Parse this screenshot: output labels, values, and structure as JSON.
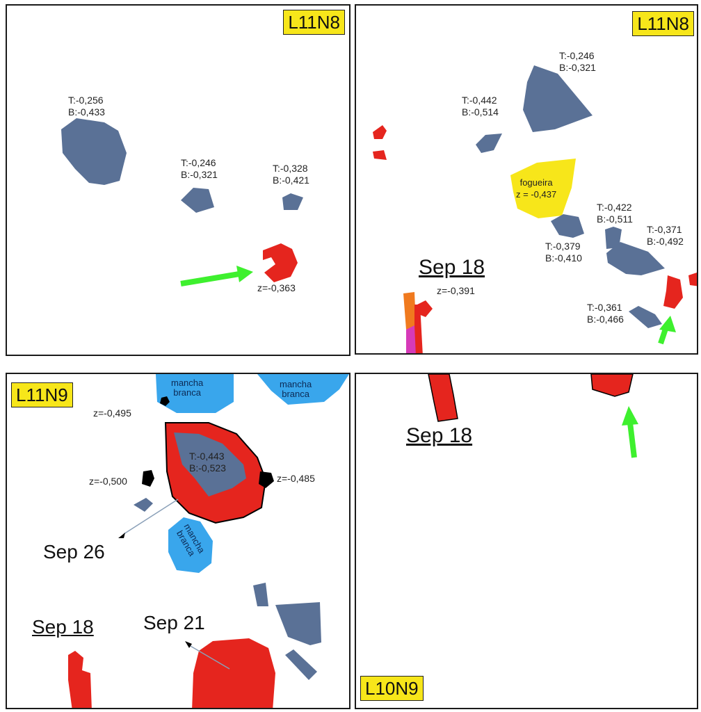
{
  "panels": {
    "top_left": {
      "tag": "L11N8",
      "labels": {
        "a": [
          "T:-0,256",
          "B:-0,433"
        ],
        "b": [
          "T:-0,246",
          "B:-0,321"
        ],
        "c": [
          "T:-0,328",
          "B:-0,421"
        ],
        "z": "z=-0,363"
      }
    },
    "top_right": {
      "tag": "L11N8",
      "labels": {
        "a": [
          "T:-0,246",
          "B:-0,321"
        ],
        "b": [
          "T:-0,442",
          "B:-0,514"
        ],
        "fogueira": [
          "fogueira",
          "z = -0,437"
        ],
        "c": [
          "T:-0,422",
          "B:-0,511"
        ],
        "d": [
          "T:-0,371",
          "B:-0,492"
        ],
        "e": [
          "T:-0,379",
          "B:-0,410"
        ],
        "f": [
          "T:-0,361",
          "B:-0,466"
        ],
        "date": "Sep 18",
        "z": "z=-0,391"
      }
    },
    "bottom_left": {
      "tag": "L11N9",
      "labels": {
        "mancha1": [
          "mancha",
          "branca"
        ],
        "mancha2": [
          "mancha",
          "branca"
        ],
        "mancha3": [
          "mancha",
          "branca"
        ],
        "z1": "z=-0,495",
        "z2": "z=-0,500",
        "z3": "z=-0,485",
        "center": [
          "T:-0,443",
          "B:-0,523"
        ],
        "date1": "Sep 26",
        "date2": "Sep 18",
        "date3": "Sep 21"
      }
    },
    "bottom_right": {
      "tag": "L10N9",
      "labels": {
        "date": "Sep 18"
      }
    }
  },
  "colors": {
    "stone": "#5a7196",
    "red": "#e5251e",
    "yellow": "#f7e61a",
    "blue": "#39a6ec",
    "green": "#3ef02e",
    "orange": "#f07a1f",
    "magenta": "#d63ab8"
  }
}
